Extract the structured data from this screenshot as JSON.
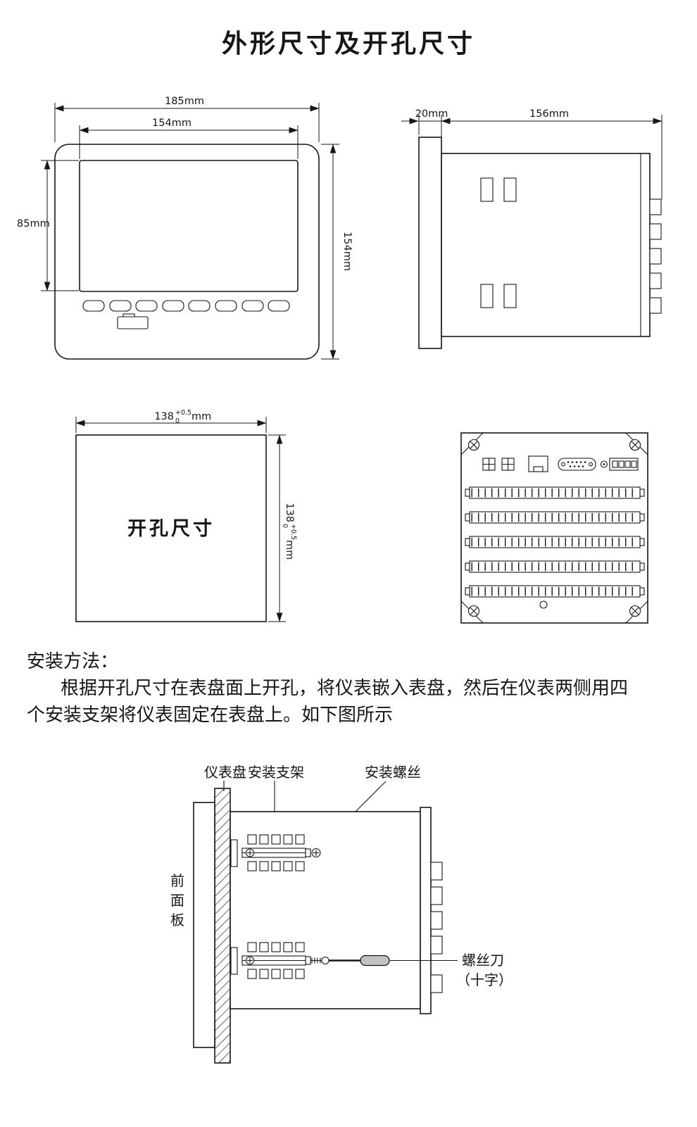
{
  "title": "外形尺寸及开孔尺寸",
  "front_view": {
    "width_outer": "185mm",
    "width_screen": "154mm",
    "height_screen": "85mm",
    "height_outer": "154mm"
  },
  "side_view": {
    "depth_bezel": "20mm",
    "depth_body": "156mm"
  },
  "cutout_view": {
    "label": "开孔尺寸",
    "width": {
      "base": "138",
      "tol_upper": "+0.5",
      "tol_lower": "0",
      "unit": "mm"
    },
    "height": {
      "base": "138",
      "tol_upper": "+0.5",
      "tol_lower": "0",
      "unit": "mm"
    }
  },
  "instructions": {
    "heading": "安装方法：",
    "line1": "根据开孔尺寸在表盘面上开孔，将仪表嵌入表盘，然后在仪表两侧用四",
    "line2": "个安装支架将仪表固定在表盘上。如下图所示"
  },
  "install_diagram": {
    "label_panel": "仪表盘",
    "label_bracket": "安装支架",
    "label_screws": "安装螺丝",
    "front_panel_chars": [
      "前",
      "面",
      "板"
    ],
    "label_screwdriver": "螺丝刀",
    "label_screwdriver_type": "（十字）"
  }
}
